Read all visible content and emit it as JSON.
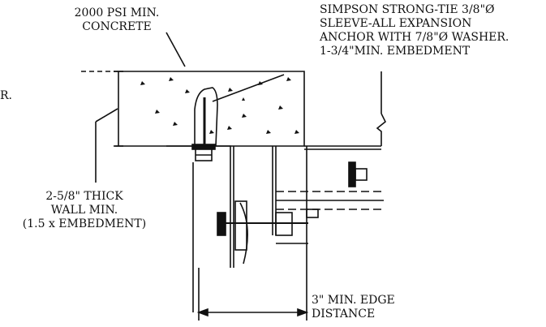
{
  "labels": {
    "concrete_line1": "2000 PSI MIN.",
    "concrete_line2": "CONCRETE",
    "anchor_line1": "SIMPSON STRONG-TIE 3/8\"Ø",
    "anchor_line2": "SLEEVE-ALL EXPANSION",
    "anchor_line3": "ANCHOR WITH 7/8\"Ø WASHER.",
    "anchor_line4": "1-3/4\"MIN. EMBEDMENT",
    "stray": "R.",
    "wall_line1": "2-5/8\" THICK",
    "wall_line2": "WALL MIN.",
    "wall_line3": "(1.5 x EMBEDMENT)",
    "edge_line1": "3\" MIN. EDGE",
    "edge_line2": "DISTANCE"
  }
}
